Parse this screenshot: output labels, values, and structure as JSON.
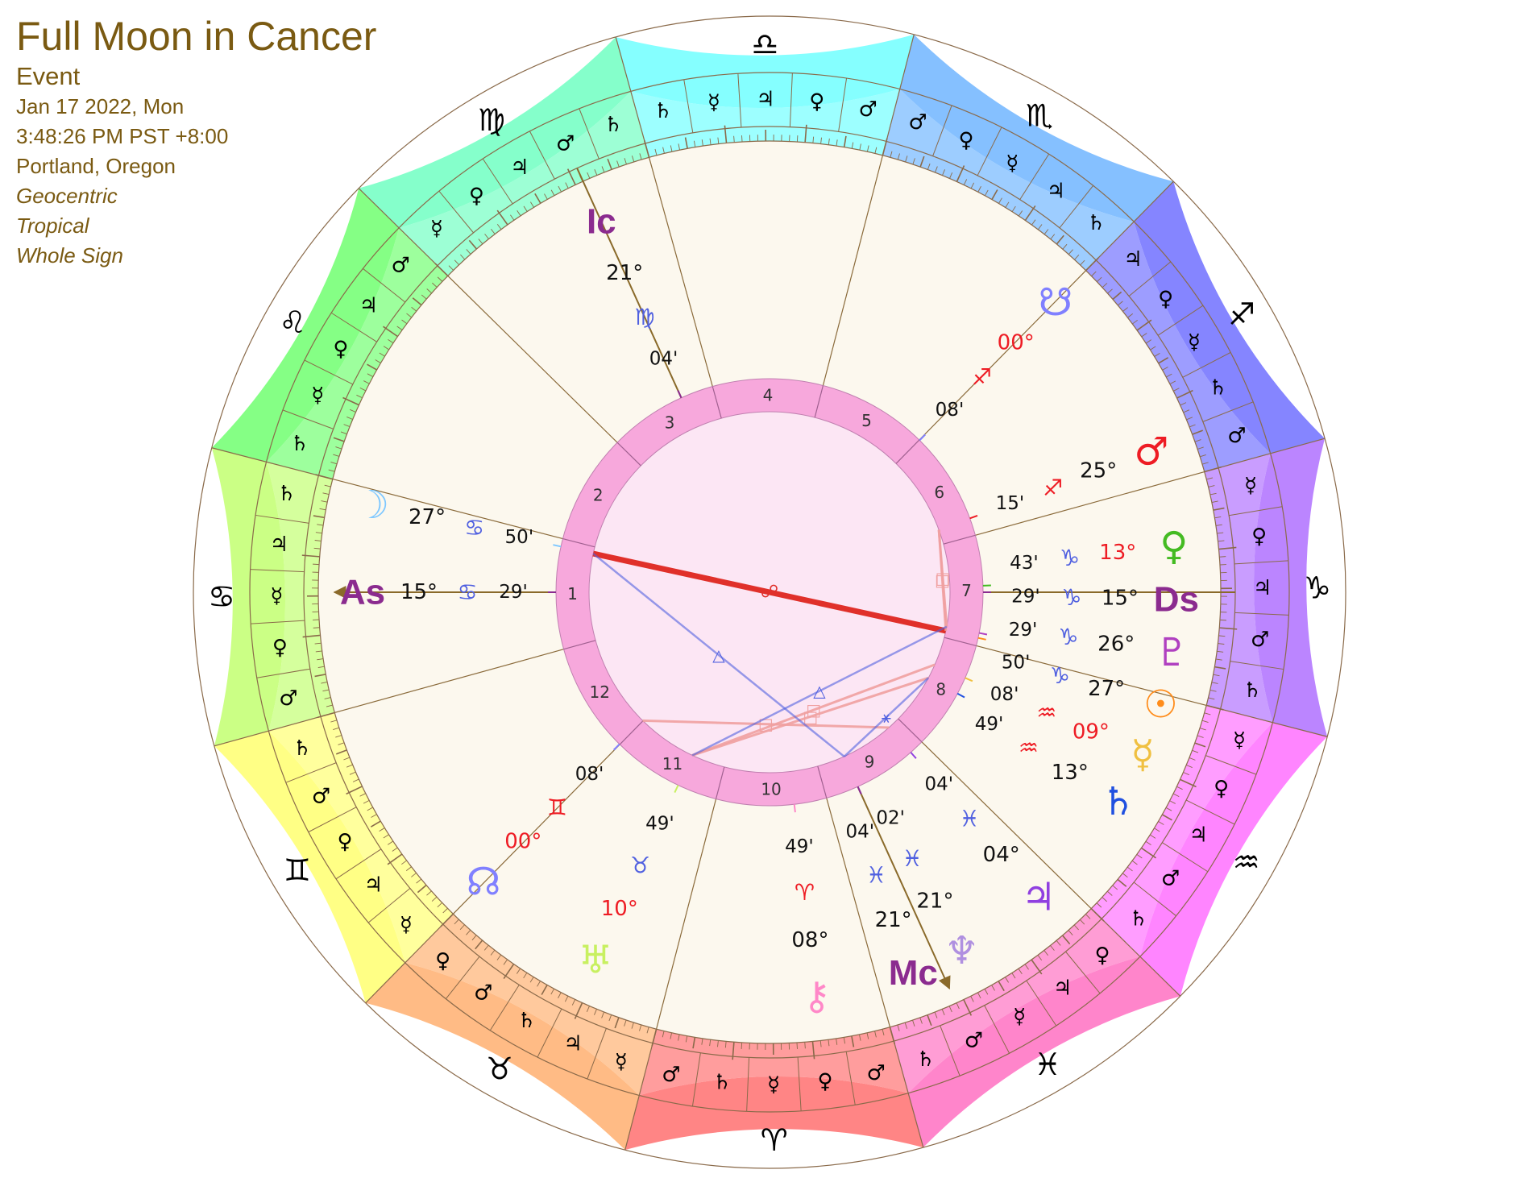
{
  "header": {
    "title": "Full Moon in Cancer",
    "subtitle": "Event",
    "date": "Jan 17 2022, Mon",
    "time": "3:48:26 PM PST +8:00",
    "place": "Portland, Oregon",
    "settings": [
      "Geocentric",
      "Tropical",
      "Whole Sign"
    ]
  },
  "colors": {
    "header_text": "#7a5a12",
    "chart_bg": "#fcf8ee",
    "hub": "#fce6f4",
    "house_ring": "#f7a8dc",
    "axis_line": "#8a6a2a",
    "opposition": "#e0302a",
    "square": "#f0a0a0",
    "trine_sextile": "#5060e0",
    "degree_red": "#ee1c24",
    "degree_black": "#111111",
    "purple_label": "#8b2b8f"
  },
  "ascendant": {
    "sign": "Cancer",
    "deg": "15°",
    "min": "29'"
  },
  "signs": [
    {
      "name": "Aries",
      "glyph": "♈",
      "color": "#ff8585"
    },
    {
      "name": "Taurus",
      "glyph": "♉",
      "color": "#ffbb85"
    },
    {
      "name": "Gemini",
      "glyph": "♊",
      "color": "#ffff85"
    },
    {
      "name": "Cancer",
      "glyph": "♋",
      "color": "#cbff85"
    },
    {
      "name": "Leo",
      "glyph": "♌",
      "color": "#85ff85"
    },
    {
      "name": "Virgo",
      "glyph": "♍",
      "color": "#85ffcb"
    },
    {
      "name": "Libra",
      "glyph": "♎",
      "color": "#85ffff"
    },
    {
      "name": "Scorpio",
      "glyph": "♏",
      "color": "#85c0ff"
    },
    {
      "name": "Sagittarius",
      "glyph": "♐",
      "color": "#8585ff"
    },
    {
      "name": "Capricorn",
      "glyph": "♑",
      "color": "#bb85ff"
    },
    {
      "name": "Aquarius",
      "glyph": "♒",
      "color": "#ff85ff"
    },
    {
      "name": "Pisces",
      "glyph": "♓",
      "color": "#ff85cb"
    }
  ],
  "decan_rulers": {
    "Aries": [
      "♂",
      "♀",
      "☿",
      "♄",
      "♂"
    ],
    "Taurus": [
      "☿",
      "♃",
      "♄",
      "♂",
      "♀"
    ],
    "Gemini": [
      "☿",
      "♃",
      "♀",
      "♂",
      "♄"
    ],
    "Cancer": [
      "♂",
      "♀",
      "☿",
      "♃",
      "♄"
    ],
    "Leo": [
      "♄",
      "☿",
      "♀",
      "♃",
      "♂"
    ],
    "Virgo": [
      "☿",
      "♀",
      "♃",
      "♂",
      "♄"
    ],
    "Libra": [
      "♄",
      "☿",
      "♃",
      "♀",
      "♂"
    ],
    "Scorpio": [
      "♂",
      "♀",
      "☿",
      "♃",
      "♄"
    ],
    "Sagittarius": [
      "♃",
      "♀",
      "☿",
      "♄",
      "♂"
    ],
    "Capricorn": [
      "☿",
      "♀",
      "♃",
      "♂",
      "♄"
    ],
    "Aquarius": [
      "☿",
      "♀",
      "♃",
      "♂",
      "♄"
    ],
    "Pisces": [
      "♀",
      "♃",
      "☿",
      "♂",
      "♄"
    ]
  },
  "houses": [
    "1",
    "2",
    "3",
    "4",
    "5",
    "6",
    "7",
    "8",
    "9",
    "10",
    "11",
    "12"
  ],
  "points": [
    {
      "name": "Ascendant",
      "glyph": "As",
      "sign_glyph": "♋",
      "deg": "15°",
      "min": "29'",
      "lon": 105.48,
      "color": "#8b2b8f",
      "sign_color": "#5060e0",
      "deg_color": "#111111"
    },
    {
      "name": "Moon",
      "glyph": "☽",
      "sign_glyph": "♋",
      "deg": "27°",
      "min": "50'",
      "lon": 117.83,
      "color": "#7fc8ff",
      "sign_color": "#5060e0",
      "deg_color": "#111111"
    },
    {
      "name": "IC",
      "glyph": "Ic",
      "sign_glyph": "♍",
      "deg": "21°",
      "min": "04'",
      "lon": 171.07,
      "color": "#8b2b8f",
      "sign_color": "#5060e0",
      "deg_color": "#111111"
    },
    {
      "name": "South Node",
      "glyph": "☋",
      "sign_glyph": "♐",
      "deg": "00°",
      "min": "08'",
      "lon": 240.13,
      "color": "#8080ff",
      "sign_color": "#ee1c24",
      "deg_color": "#ee1c24"
    },
    {
      "name": "Mars",
      "glyph": "♂",
      "sign_glyph": "♐",
      "deg": "25°",
      "min": "15'",
      "lon": 265.25,
      "color": "#ee1c24",
      "sign_color": "#ee1c24",
      "deg_color": "#111111"
    },
    {
      "name": "Venus",
      "glyph": "♀",
      "sign_glyph": "♑",
      "deg": "13°",
      "min": "43'",
      "lon": 283.72,
      "color": "#44bb22",
      "sign_color": "#5060e0",
      "deg_color": "#ee1c24"
    },
    {
      "name": "Descendant",
      "glyph": "Ds",
      "sign_glyph": "♑",
      "deg": "15°",
      "min": "29'",
      "lon": 285.48,
      "color": "#8b2b8f",
      "sign_color": "#5060e0",
      "deg_color": "#111111"
    },
    {
      "name": "Pluto",
      "glyph": "♇",
      "sign_glyph": "♑",
      "deg": "26°",
      "min": "29'",
      "lon": 296.48,
      "color": "#b040c0",
      "sign_color": "#5060e0",
      "deg_color": "#111111"
    },
    {
      "name": "Sun",
      "glyph": "☉",
      "sign_glyph": "♑",
      "deg": "27°",
      "min": "50'",
      "lon": 297.83,
      "color": "#ff8c1a",
      "sign_color": "#5060e0",
      "deg_color": "#111111"
    },
    {
      "name": "Mercury",
      "glyph": "☿",
      "sign_glyph": "♒",
      "deg": "09°",
      "min": "08'",
      "lon": 309.13,
      "color": "#f0c040",
      "sign_color": "#ee1c24",
      "deg_color": "#ee1c24"
    },
    {
      "name": "Saturn",
      "glyph": "♄",
      "sign_glyph": "♒",
      "deg": "13°",
      "min": "49'",
      "lon": 313.82,
      "color": "#2050e0",
      "sign_color": "#ee1c24",
      "deg_color": "#111111"
    },
    {
      "name": "Jupiter",
      "glyph": "♃",
      "sign_glyph": "♓",
      "deg": "04°",
      "min": "04'",
      "lon": 334.07,
      "color": "#9040e0",
      "sign_color": "#5060e0",
      "deg_color": "#111111"
    },
    {
      "name": "Neptune",
      "glyph": "♆",
      "sign_glyph": "♓",
      "deg": "21°",
      "min": "02'",
      "lon": 351.03,
      "color": "#b090e0",
      "sign_color": "#5060e0",
      "deg_color": "#111111"
    },
    {
      "name": "Midheaven",
      "glyph": "Mc",
      "sign_glyph": "♓",
      "deg": "21°",
      "min": "04'",
      "lon": 351.07,
      "color": "#8b2b8f",
      "sign_color": "#5060e0",
      "deg_color": "#111111"
    },
    {
      "name": "Chiron",
      "glyph": "⚷",
      "sign_glyph": "♈",
      "deg": "08°",
      "min": "49'",
      "lon": 8.82,
      "color": "#ff88c8",
      "sign_color": "#ee1c24",
      "deg_color": "#111111"
    },
    {
      "name": "Uranus",
      "glyph": "♅",
      "sign_glyph": "♉",
      "deg": "10°",
      "min": "49'",
      "lon": 40.82,
      "color": "#c8f060",
      "sign_color": "#5060e0",
      "deg_color": "#ee1c24"
    },
    {
      "name": "North Node",
      "glyph": "☊",
      "sign_glyph": "♊",
      "deg": "00°",
      "min": "08'",
      "lon": 60.13,
      "color": "#8080ff",
      "sign_color": "#ee1c24",
      "deg_color": "#ee1c24"
    }
  ],
  "aspects": [
    {
      "type": "opposition",
      "glyph": "☍",
      "from": "Moon",
      "to": "Sun"
    },
    {
      "type": "square",
      "glyph": "□",
      "from": "Jupiter",
      "to": "North Node"
    },
    {
      "type": "square",
      "glyph": "□",
      "from": "Saturn",
      "to": "Uranus"
    },
    {
      "type": "square",
      "glyph": "□",
      "from": "Mercury",
      "to": "Uranus"
    },
    {
      "type": "square",
      "glyph": "□",
      "from": "Sun",
      "to": "Mars"
    },
    {
      "type": "square",
      "glyph": "□",
      "from": "Pluto",
      "to": "Mars"
    },
    {
      "type": "sextile",
      "glyph": "⚹",
      "from": "Saturn",
      "to": "Neptune"
    },
    {
      "type": "trine",
      "glyph": "△",
      "from": "Uranus",
      "to": "Pluto"
    },
    {
      "type": "trine",
      "glyph": "△",
      "from": "Moon",
      "to": "Neptune"
    }
  ]
}
